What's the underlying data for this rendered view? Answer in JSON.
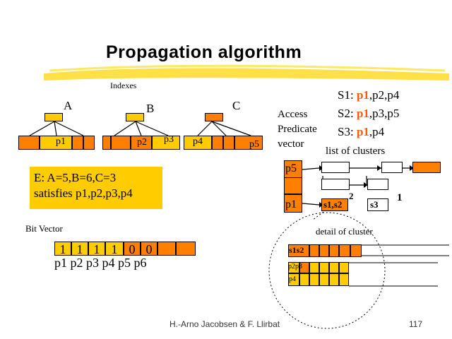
{
  "title": "Propagation algorithm",
  "indexes_label": "Indexes",
  "trees": [
    {
      "name": "A",
      "leaf_label": "p1"
    },
    {
      "name": "B",
      "leaf_labels": [
        "p2",
        "p3"
      ]
    },
    {
      "name": "C",
      "leaf_labels": [
        "p4",
        "p5"
      ]
    }
  ],
  "event_box": {
    "line1": "E: A=5,B=6,C=3",
    "line2": "satisfies p1,p2,p3,p4"
  },
  "bit_vector": {
    "label": "Bit Vector",
    "bits": [
      "1",
      "1",
      "1",
      "1",
      "0",
      "0"
    ],
    "labels": "p1 p2 p3 p4 p5 p6"
  },
  "access_predicate": {
    "line1": "Access",
    "line2": "Predicate",
    "line3": "vector"
  },
  "apv_entries": [
    "p5",
    "p1"
  ],
  "subscriptions": [
    {
      "name": "S1:",
      "hl": "p1",
      "rest": ",p2,p4"
    },
    {
      "name": "S2:",
      "hl": "p1",
      "rest": ",p3,p5"
    },
    {
      "name": "S3:",
      "hl": "p1",
      "rest": ",p4"
    }
  ],
  "clusters": {
    "label": "list of clusters",
    "cluster1": "s1,s2",
    "cluster1_size": "2",
    "cluster2": "s3",
    "cluster2_size": "1"
  },
  "detail": {
    "label": "detail of cluster",
    "header": "s1s2",
    "row1": "p2p3",
    "row2": "p4"
  },
  "footer": {
    "authors": "H.-Arno Jacobsen & F. Llirbat",
    "page": "117"
  },
  "colors": {
    "orange": "#ff8000",
    "yellow": "#ffcc00",
    "highlight": "#ff5a00"
  }
}
